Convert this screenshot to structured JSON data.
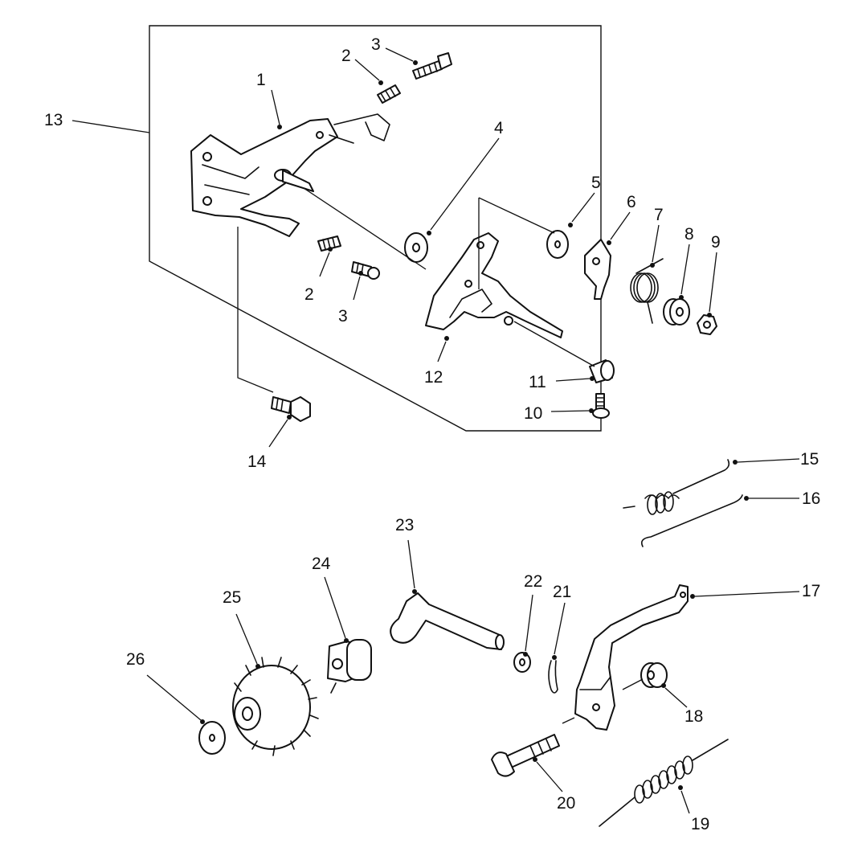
{
  "callouts": {
    "c1": "1",
    "c2a": "2",
    "c2b": "2",
    "c3a": "3",
    "c3b": "3",
    "c4": "4",
    "c5": "5",
    "c6": "6",
    "c7": "7",
    "c8": "8",
    "c9": "9",
    "c10": "10",
    "c11": "11",
    "c12": "12",
    "c13": "13",
    "c14": "14",
    "c15": "15",
    "c16": "16",
    "c17": "17",
    "c18": "18",
    "c19": "19",
    "c20": "20",
    "c21": "21",
    "c22": "22",
    "c23": "23",
    "c24": "24",
    "c25": "25",
    "c26": "26"
  }
}
